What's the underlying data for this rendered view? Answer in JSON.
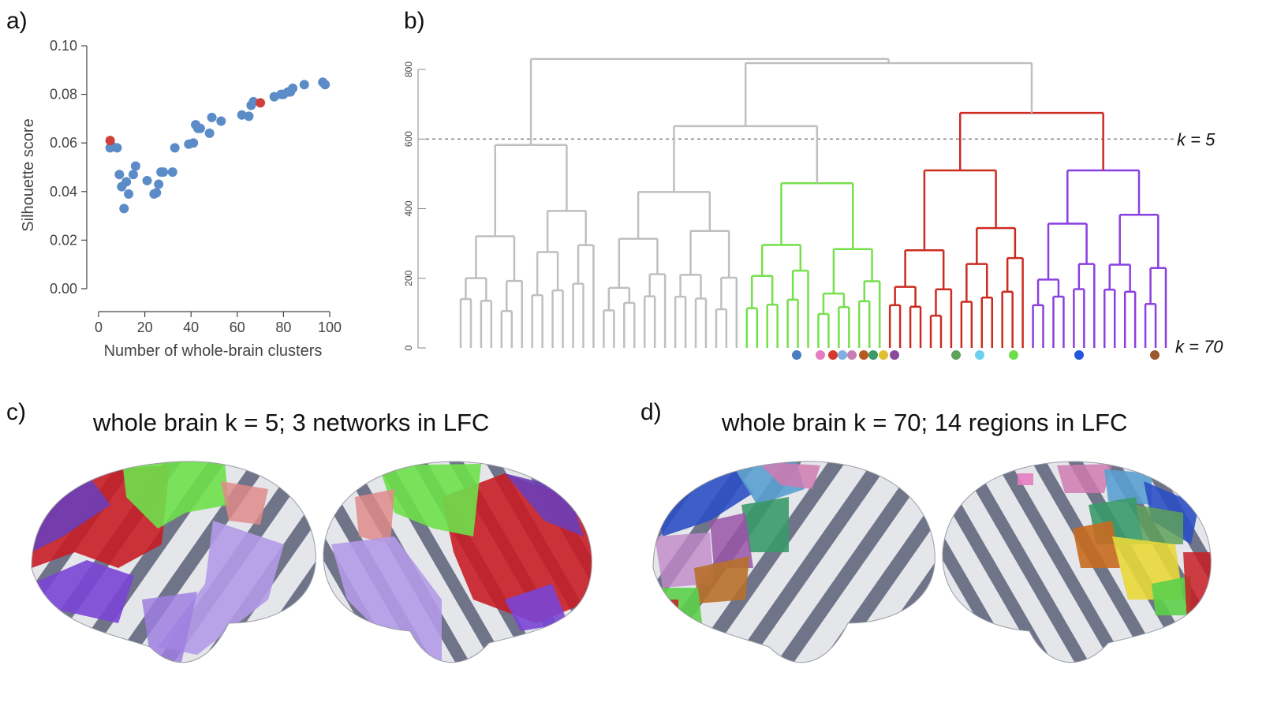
{
  "panels": {
    "a": "a)",
    "b": "b)",
    "c": "c)",
    "d": "d)"
  },
  "colors": {
    "scatter_point": "#5b8cc8",
    "scatter_highlight": "#d0403a",
    "branch_gray": "#bfbfbf",
    "branch_green": "#74e04b",
    "branch_red": "#cc2b22",
    "branch_purple": "#8a3fe0",
    "cortex_gyri": "#e4e6ea",
    "cortex_sulci": "#6f7489"
  },
  "chart_data": [
    {
      "type": "scatter",
      "xlabel": "Number of whole-brain clusters",
      "ylabel": "Silhouette score",
      "xlim": [
        0,
        100
      ],
      "ylim": [
        0,
        0.1
      ],
      "xticks": [
        "0",
        "20",
        "40",
        "60",
        "80",
        "100"
      ],
      "yticks": [
        "0.00",
        "0.02",
        "0.04",
        "0.06",
        "0.08",
        "0.10"
      ],
      "grid": false,
      "series": [
        {
          "x": [
            5,
            6,
            8,
            9,
            10,
            11,
            12,
            13,
            15,
            16,
            21,
            24,
            25,
            26,
            27,
            28,
            32,
            33,
            39,
            41,
            42,
            43,
            44,
            48,
            49,
            53,
            62,
            65,
            66,
            67,
            76,
            79,
            80,
            82,
            83,
            84,
            89,
            97,
            98
          ],
          "y": [
            0.058,
            0.0585,
            0.058,
            0.047,
            0.042,
            0.033,
            0.044,
            0.039,
            0.047,
            0.0505,
            0.0445,
            0.039,
            0.0395,
            0.043,
            0.048,
            0.048,
            0.048,
            0.058,
            0.0595,
            0.06,
            0.0675,
            0.066,
            0.066,
            0.064,
            0.0705,
            0.069,
            0.0715,
            0.071,
            0.0755,
            0.077,
            0.079,
            0.08,
            0.08,
            0.081,
            0.081,
            0.0825,
            0.084,
            0.085,
            0.084
          ]
        },
        {
          "x": [
            5,
            70
          ],
          "y": [
            0.061,
            0.0765
          ]
        }
      ]
    },
    {
      "type": "dendrogram",
      "ylim": [
        0,
        850
      ],
      "yticks": [
        "0",
        "200",
        "400",
        "600",
        "800"
      ],
      "cut_line": 600,
      "cut_labels": [
        "k = 5",
        "k = 70"
      ],
      "clusters": [
        {
          "color": "gray",
          "merge_height": 583
        },
        {
          "color": "gray",
          "merge_height": 448
        },
        {
          "color": "green",
          "merge_height": 473
        },
        {
          "color": "red",
          "merge_height": 673
        },
        {
          "color": "purple",
          "merge_height": 675
        }
      ],
      "marker_colors": [
        "#4a7cc0",
        "#e67cc2",
        "#d63a2f",
        "#7fb1e0",
        "#c87db5",
        "#b65a1f",
        "#3a9a6a",
        "#e0c030",
        "#8a4a9a",
        "#5fa05a",
        "#6ad1f0",
        "#6fdd4b",
        "#2255e0",
        "#9a5a30"
      ]
    }
  ],
  "brains": {
    "c_title": "whole brain k = 5; 3 networks in LFC",
    "d_title": "whole brain k = 70; 14 regions in LFC"
  }
}
